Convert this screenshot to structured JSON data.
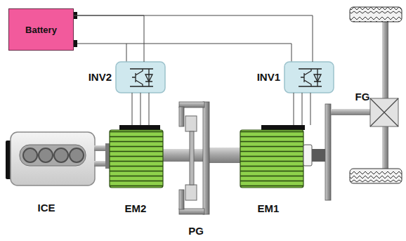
{
  "diagram": {
    "nodes": [
      {
        "text": [
          "Battery"
        ]
      },
      {
        "text": [
          "INV2"
        ]
      },
      {
        "text": [
          "INV1"
        ]
      },
      {
        "text": [
          "ICE"
        ]
      },
      {
        "text": [
          "EM2"
        ]
      },
      {
        "text": [
          "PG"
        ]
      },
      {
        "text": [
          "EM1"
        ]
      },
      {
        "text": [
          "FG"
        ]
      }
    ],
    "edges": [
      {
        "from": 0,
        "to": 1,
        "arrow": "none"
      },
      {
        "from": 0,
        "to": 2,
        "arrow": "none"
      },
      {
        "from": 1,
        "to": 4,
        "arrow": "none"
      },
      {
        "from": 2,
        "to": 6,
        "arrow": "none"
      }
    ]
  }
}
